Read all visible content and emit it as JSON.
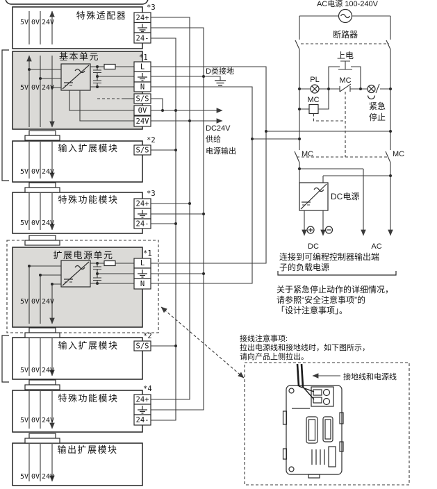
{
  "palette": {
    "line": "#3a3a3a",
    "module_gray": "#dbdad7",
    "background": "#ffffff",
    "text": "#151515"
  },
  "modules": [
    {
      "name": "特殊适配器",
      "note": "*3",
      "terminals": [
        "24+",
        "GND",
        "24-"
      ]
    },
    {
      "name": "基本单元",
      "note": "*1",
      "terminals": [
        "L",
        "GND",
        "N",
        "S/S",
        "0V",
        "24V"
      ]
    },
    {
      "name": "输入扩展模块",
      "note": "*2",
      "terminals": [
        "S/S"
      ]
    },
    {
      "name": "特殊功能模块",
      "note": "*3",
      "terminals": [
        "24+",
        "GND",
        "24-"
      ]
    },
    {
      "name": "扩展电源单元",
      "note": "*1",
      "terminals": [
        "L",
        "GND",
        "N"
      ]
    },
    {
      "name": "输入扩展模块",
      "note": "*2",
      "terminals": [
        "S/S"
      ]
    },
    {
      "name": "特殊功能模块",
      "note": "*4",
      "terminals": [
        "24+",
        "GND",
        "24-"
      ]
    },
    {
      "name": "输出扩展模块",
      "note": "",
      "terminals": []
    }
  ],
  "rails": {
    "v5": "5V",
    "v0": "0V",
    "v24": "24V"
  },
  "middle": {
    "d_class_ground": "D类接地",
    "dc24_l1": "DC24V",
    "dc24_l2": "供给",
    "dc24_l3": "电源输出"
  },
  "power_circuit": {
    "ac_source": "AC电源  100-240V",
    "breaker": "断路器",
    "power_on": "上电",
    "pilot_lamp": "PL",
    "contactor": "MC",
    "estop_l1": "紧急",
    "estop_l2": "停止",
    "dc_supply": "DC电源",
    "dc": "DC",
    "ac": "AC",
    "load_l1": "连接到可编程控制器输出端",
    "load_l2": "子的负载电源",
    "estop_note_l1": "关于紧急停止动作的详细情况，",
    "estop_note_l2": "请参照“安全注意事项”的",
    "estop_note_l3": "「设计注意事项」。"
  },
  "wiring_note": {
    "title": "接线注意事项:",
    "l1": "拉出电源线和接地线时，如下图所示，",
    "l2": "请向产品上侧拉出。",
    "wire_label": "接地线和电源线"
  }
}
